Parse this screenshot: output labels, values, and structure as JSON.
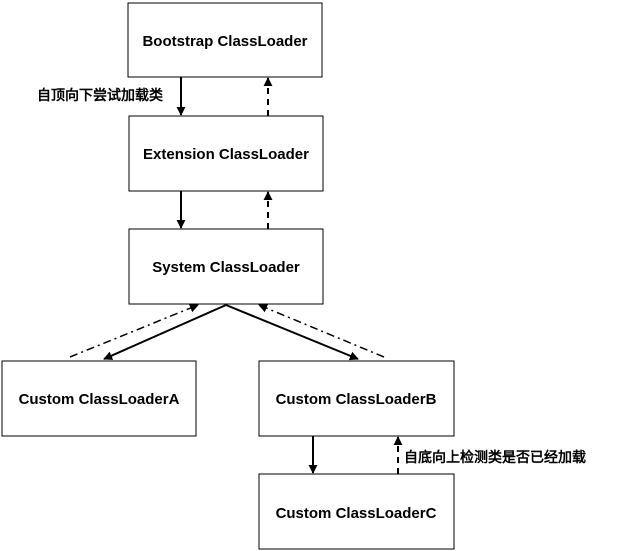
{
  "nodes": {
    "bootstrap": "Bootstrap ClassLoader",
    "extension": "Extension ClassLoader",
    "system": "System ClassLoader",
    "custom_a": "Custom ClassLoaderA",
    "custom_b": "Custom ClassLoaderB",
    "custom_c": "Custom ClassLoaderC"
  },
  "annotations": {
    "top_down": "自顶向下尝试加载类",
    "bottom_up": "自底向上检测类是否已经加载"
  },
  "colors": {
    "stroke": "#000000",
    "background": "#ffffff"
  }
}
